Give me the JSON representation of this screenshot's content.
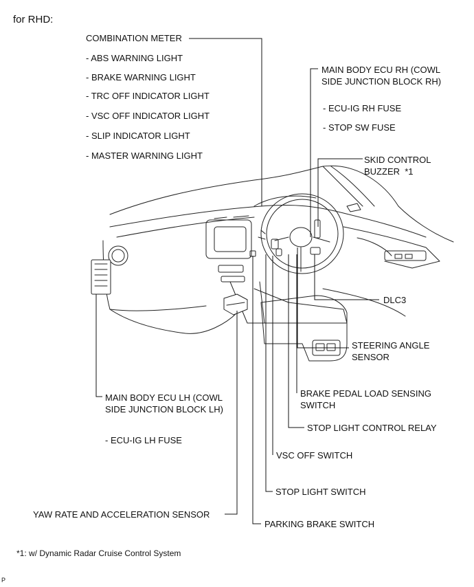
{
  "heading": "for RHD:",
  "left_labels": {
    "combination_meter": "COMBINATION METER",
    "abs_warning": "- ABS WARNING LIGHT",
    "brake_warning": "- BRAKE WARNING LIGHT",
    "trc_off": "- TRC OFF INDICATOR LIGHT",
    "vsc_off_indicator": "- VSC OFF INDICATOR LIGHT",
    "slip_indicator": "- SLIP INDICATOR LIGHT",
    "master_warning": "- MASTER WARNING LIGHT",
    "main_body_ecu_lh": "MAIN BODY ECU LH (COWL\nSIDE JUNCTION BLOCK LH)",
    "ecu_ig_lh_fuse": "- ECU-IG LH FUSE",
    "yaw_rate": "YAW RATE AND ACCELERATION SENSOR"
  },
  "right_labels": {
    "main_body_ecu_rh": "MAIN BODY ECU RH (COWL\nSIDE JUNCTION BLOCK RH)",
    "ecu_ig_rh_fuse": "- ECU-IG RH FUSE",
    "stop_sw_fuse": "- STOP SW FUSE",
    "skid_control_buzzer": "SKID CONTROL\nBUZZER  *1",
    "dlc3": "DLC3",
    "steering_angle_sensor": "STEERING ANGLE\nSENSOR",
    "brake_pedal_load": "BRAKE PEDAL LOAD SENSING\nSWITCH",
    "stop_light_control_relay": "STOP LIGHT CONTROL RELAY",
    "vsc_off_switch": "VSC OFF SWITCH",
    "stop_light_switch": "STOP LIGHT SWITCH",
    "parking_brake_switch": "PARKING BRAKE SWITCH"
  },
  "footnote": "*1: w/ Dynamic Radar Cruise Control System",
  "corner_mark": "P"
}
